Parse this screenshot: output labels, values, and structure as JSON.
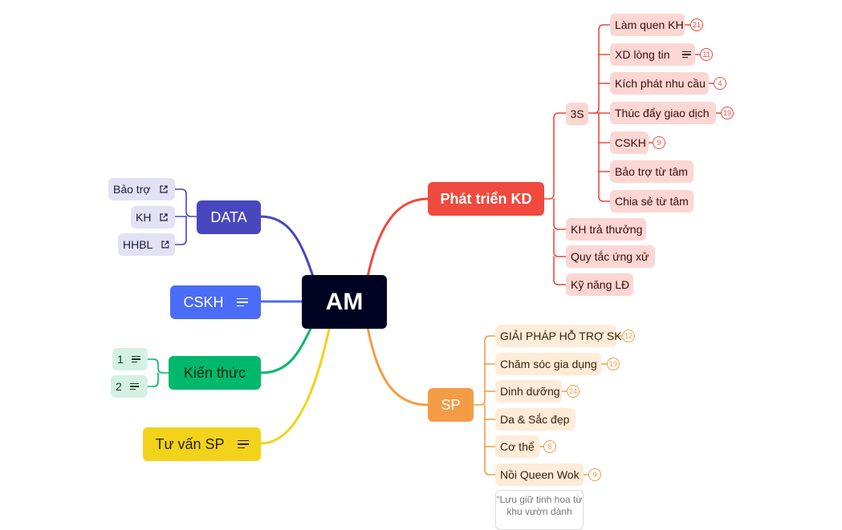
{
  "root": {
    "label": "AM"
  },
  "colors": {
    "root": "#000221",
    "red": "#f0493e",
    "orange": "#f39c45",
    "purple": "#4847bd",
    "blue": "#4a6cf7",
    "green": "#00b86b",
    "yellow": "#f2d21b"
  },
  "phat_trien_kd": {
    "label": "Phát triển KD",
    "s3": {
      "label": "3S",
      "items": [
        {
          "label": "Làm quen KH",
          "badge": "21"
        },
        {
          "label": "XD lòng tin",
          "badge": "11",
          "icon": "notes-icon"
        },
        {
          "label": "Kích phát nhu cầu",
          "badge": "4"
        },
        {
          "label": "Thúc đẩy giao dịch",
          "badge": "19"
        },
        {
          "label": "CSKH",
          "badge": "9"
        },
        {
          "label": "Bảo trợ từ tâm"
        },
        {
          "label": "Chia sẻ từ tâm"
        }
      ]
    },
    "other": [
      {
        "label": "KH trả thưởng"
      },
      {
        "label": "Quy tắc ứng xử"
      },
      {
        "label": "Kỹ năng LĐ"
      }
    ]
  },
  "sp": {
    "label": "SP",
    "items": [
      {
        "label": "GIẢI PHÁP HỖ TRỢ SK",
        "badge": "12"
      },
      {
        "label": "Chăm sóc gia dụng",
        "badge": "19"
      },
      {
        "label": "Dinh dưỡng",
        "badge": "24"
      },
      {
        "label": "Da & Sắc đẹp"
      },
      {
        "label": "Cơ thể",
        "badge": "8"
      },
      {
        "label": "Nồi Queen Wok",
        "badge": "9"
      }
    ],
    "callout": "“Lưu giữ tinh hoa từ khu vườn dành"
  },
  "data_branch": {
    "label": "DATA",
    "items": [
      {
        "label": "Bảo trợ",
        "icon": "external-link-icon"
      },
      {
        "label": "KH",
        "icon": "external-link-icon"
      },
      {
        "label": "HHBL",
        "icon": "external-link-icon"
      }
    ]
  },
  "cskh_branch": {
    "label": "CSKH",
    "icon": "notes-icon"
  },
  "kien_thuc": {
    "label": "Kiến thức",
    "items": [
      {
        "label": "1",
        "icon": "notes-icon"
      },
      {
        "label": "2",
        "icon": "notes-icon"
      }
    ]
  },
  "tu_van_sp": {
    "label": "Tư vấn SP",
    "icon": "notes-icon"
  }
}
